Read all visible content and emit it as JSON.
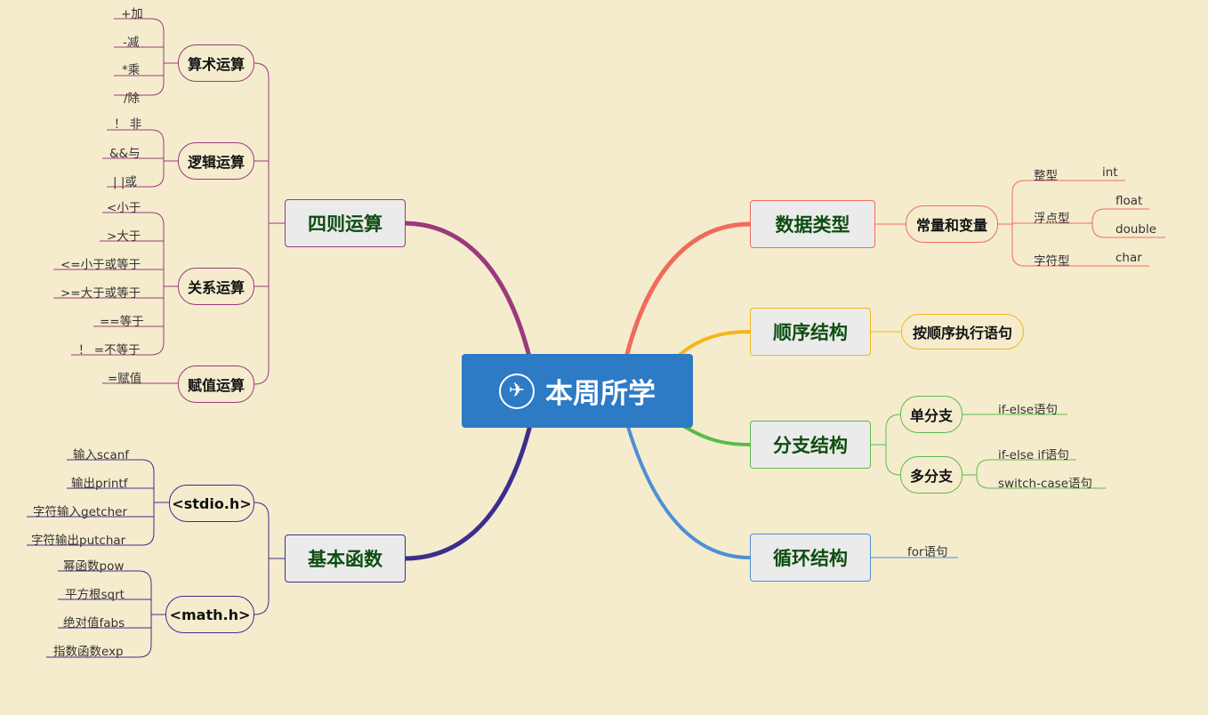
{
  "root": {
    "title": "本周所学",
    "icon": "airplane-icon"
  },
  "colors": {
    "background": "#f5ecce",
    "root": "#2d7ac5",
    "arithmetic": "#9a3a7c",
    "functions": "#3d2e8c",
    "datatypes": "#f06b5a",
    "sequence": "#f3b51b",
    "branch": "#5cba49",
    "loop": "#4e8fd6"
  },
  "branches": {
    "arithmetic": {
      "label": "四则运算",
      "groups": [
        {
          "label": "算术运算",
          "items": [
            "+加",
            "-减",
            "*乘",
            "/除"
          ]
        },
        {
          "label": "逻辑运算",
          "items": [
            "！ 非",
            "&&与",
            "| |或"
          ]
        },
        {
          "label": "关系运算",
          "items": [
            "<小于",
            ">大于",
            "<=小于或等于",
            ">=大于或等于",
            "==等于",
            "！ =不等于"
          ]
        },
        {
          "label": "赋值运算",
          "items": [
            "=赋值"
          ]
        }
      ]
    },
    "functions": {
      "label": "基本函数",
      "groups": [
        {
          "label": "<stdio.h>",
          "items": [
            "输入scanf",
            "输出printf",
            "字符输入getcher",
            "字符输出putchar"
          ]
        },
        {
          "label": "<math.h>",
          "items": [
            "幂函数pow",
            "平方根sqrt",
            "绝对值fabs",
            "指数函数exp"
          ]
        }
      ]
    },
    "datatypes": {
      "label": "数据类型",
      "group": "常量和变量",
      "types": [
        {
          "label": "整型",
          "items": [
            "int"
          ]
        },
        {
          "label": "浮点型",
          "items": [
            "float",
            "double"
          ]
        },
        {
          "label": "字符型",
          "items": [
            "char"
          ]
        }
      ]
    },
    "sequence": {
      "label": "顺序结构",
      "item": "按顺序执行语句"
    },
    "branch": {
      "label": "分支结构",
      "groups": [
        {
          "label": "单分支",
          "items": [
            "if-else语句"
          ]
        },
        {
          "label": "多分支",
          "items": [
            "if-else if语句",
            "switch-case语句"
          ]
        }
      ]
    },
    "loop": {
      "label": "循环结构",
      "item": "for语句"
    }
  }
}
